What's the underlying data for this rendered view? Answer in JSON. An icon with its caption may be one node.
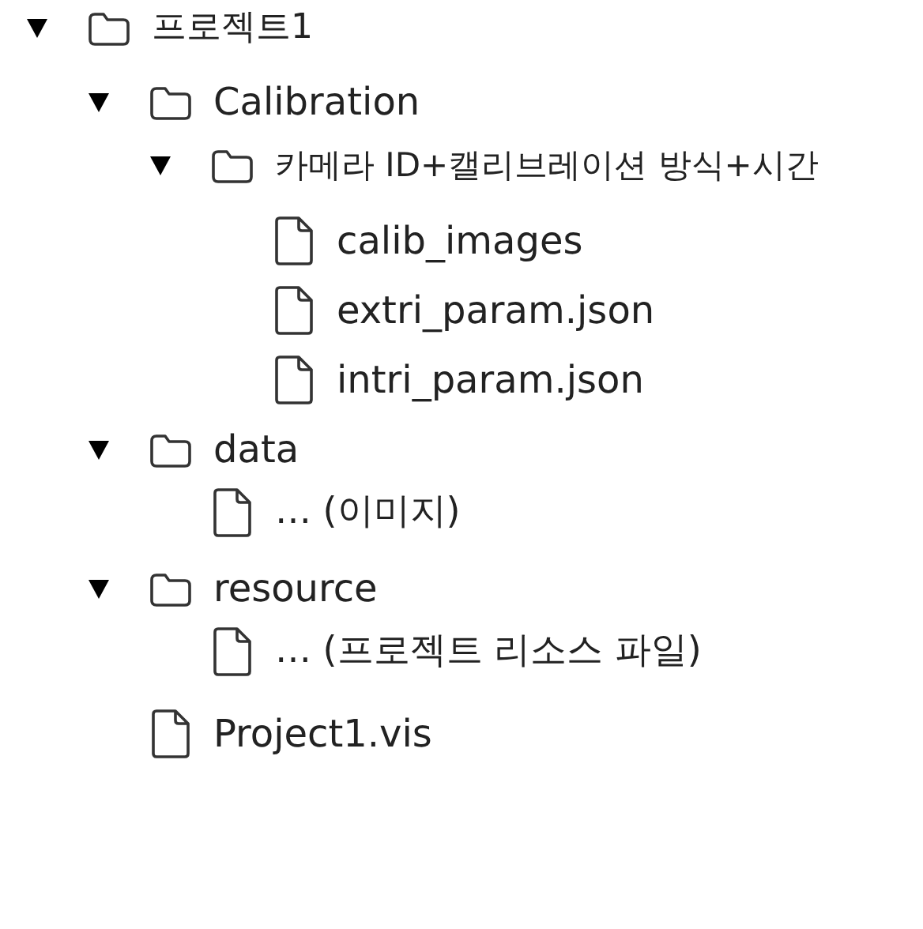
{
  "diagram": {
    "nodes": [
      {
        "text": [
          "프로젝트1"
        ]
      },
      {
        "text": [
          "Calibration"
        ]
      },
      {
        "text": [
          "카메라 ID+캘리브레이션 방식+시간"
        ]
      },
      {
        "text": [
          "calib_images"
        ]
      },
      {
        "text": [
          "extri_param.json"
        ]
      },
      {
        "text": [
          "intri_param.json"
        ]
      },
      {
        "text": [
          "data"
        ]
      },
      {
        "text": [
          "… (이미지)"
        ]
      },
      {
        "text": [
          "resource"
        ]
      },
      {
        "text": [
          "… (프로젝트 리소스 파일)"
        ]
      },
      {
        "text": [
          "Project1.vis"
        ]
      }
    ]
  }
}
